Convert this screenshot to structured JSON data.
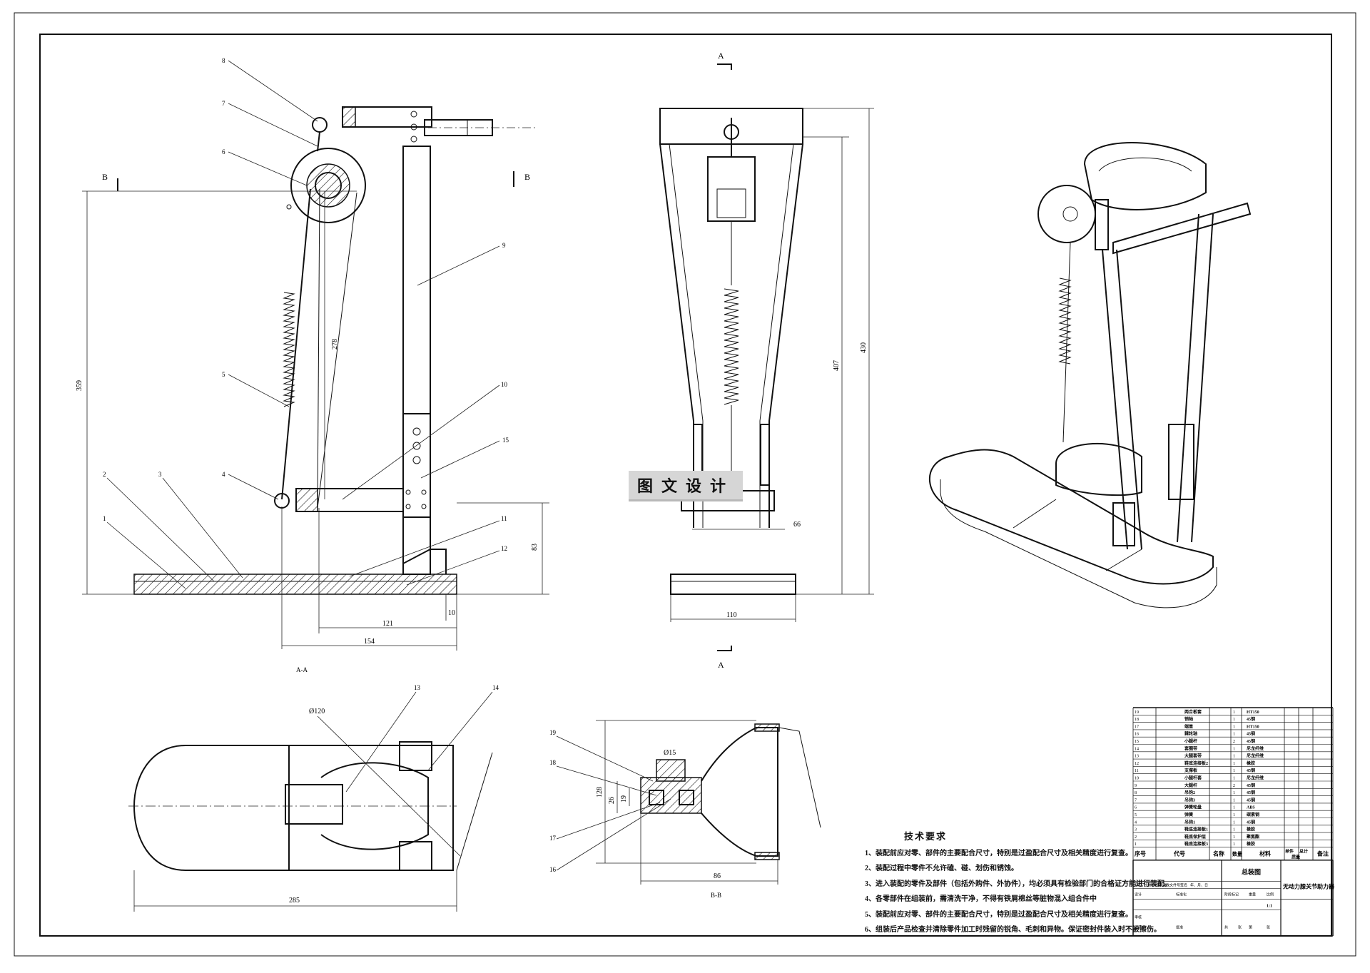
{
  "view_labels": {
    "section_a_arrow": "A",
    "section_a_view": "A-A",
    "section_b_arrow": "B",
    "section_b_view": "B-B"
  },
  "callouts": [
    "1",
    "2",
    "3",
    "4",
    "5",
    "6",
    "7",
    "8",
    "9",
    "10",
    "11",
    "12",
    "13",
    "14",
    "15",
    "16",
    "17",
    "18",
    "19"
  ],
  "dimensions": {
    "d359": "359",
    "d278": "278",
    "d83": "83",
    "d10": "10",
    "d121": "121",
    "d154": "154",
    "d407": "407",
    "d430": "430",
    "d66": "66",
    "d110": "110",
    "d_phi120": "Ø120",
    "d285": "285",
    "d_phi15": "Ø15",
    "d128": "128",
    "d26": "26",
    "d19": "19",
    "d86": "86"
  },
  "watermark": "图文设计",
  "tech_notes": {
    "title": "技术要求",
    "lines": [
      "1、装配前应对零、部件的主要配合尺寸，特别是过盈配合尺寸及相关精度进行复查。",
      "2、装配过程中零件不允许磕、碰、划伤和锈蚀。",
      "3、进入装配的零件及部件（包括外购件、外协件），均必须具有检验部门的合格证方能进行装配。",
      "4、各零部件在组装前，需清洗干净，不得有铁屑棉丝等脏物混入组合件中",
      "5、装配前应对零、部件的主要配合尺寸，特别是过盈配合尺寸及相关精度进行复查。",
      "6、组装后产品检查并清除零件加工时残留的锐角、毛刺和异物。保证密封件装入时不被擦伤。"
    ]
  },
  "bom": {
    "rows": [
      {
        "no": "19",
        "name": "两合板套",
        "qty": "1",
        "mat": "HT150"
      },
      {
        "no": "18",
        "name": "销轴",
        "qty": "1",
        "mat": "45钢"
      },
      {
        "no": "17",
        "name": "端盖",
        "qty": "1",
        "mat": "HT150"
      },
      {
        "no": "16",
        "name": "棘轮轴",
        "qty": "1",
        "mat": "45钢"
      },
      {
        "no": "15",
        "name": "小腿杆",
        "qty": "2",
        "mat": "45钢"
      },
      {
        "no": "14",
        "name": "套圈带",
        "qty": "1",
        "mat": "尼龙纤维"
      },
      {
        "no": "13",
        "name": "大腿套带",
        "qty": "1",
        "mat": "尼龙纤维"
      },
      {
        "no": "12",
        "name": "鞋底连接板2",
        "qty": "1",
        "mat": "橡胶"
      },
      {
        "no": "11",
        "name": "支撑板",
        "qty": "1",
        "mat": "45钢"
      },
      {
        "no": "10",
        "name": "小腿杆套",
        "qty": "1",
        "mat": "尼龙纤维"
      },
      {
        "no": "9",
        "name": "大腿杆",
        "qty": "2",
        "mat": "45钢"
      },
      {
        "no": "8",
        "name": "吊钩2",
        "qty": "1",
        "mat": "45钢"
      },
      {
        "no": "7",
        "name": "吊钩3",
        "qty": "1",
        "mat": "45钢"
      },
      {
        "no": "6",
        "name": "弹簧轮盘",
        "qty": "1",
        "mat": "ABS"
      },
      {
        "no": "5",
        "name": "弹簧",
        "qty": "1",
        "mat": "碳素钢"
      },
      {
        "no": "4",
        "name": "吊钩1",
        "qty": "1",
        "mat": "45钢"
      },
      {
        "no": "3",
        "name": "鞋底连接板1",
        "qty": "1",
        "mat": "橡胶"
      },
      {
        "no": "2",
        "name": "鞋底保护层",
        "qty": "1",
        "mat": "聚氨酯"
      },
      {
        "no": "1",
        "name": "鞋底连接板3",
        "qty": "1",
        "mat": "橡胶"
      }
    ],
    "header": {
      "no": "序号",
      "code": "代号",
      "name": "名称",
      "qty": "数量",
      "mat": "材料",
      "unit_mass": "单件",
      "total_mass": "总计",
      "mass": "质量",
      "remark": "备注"
    }
  },
  "title_block": {
    "drawing_name": "总装图",
    "product_name": "无动力膝关节助力器",
    "scale": "1:1",
    "labels": {
      "mark": "标记",
      "count": "处数",
      "zone": "分区",
      "change_doc": "更改文件号",
      "sign": "签名",
      "date": "年、月、日",
      "design": "设计",
      "standard": "标准化",
      "stage_mark": "阶段标记",
      "weight": "重量",
      "scale_label": "比例",
      "review": "审核",
      "process": "工艺",
      "approve": "批准",
      "total": "共",
      "sheet": "张",
      "page": "第"
    }
  }
}
